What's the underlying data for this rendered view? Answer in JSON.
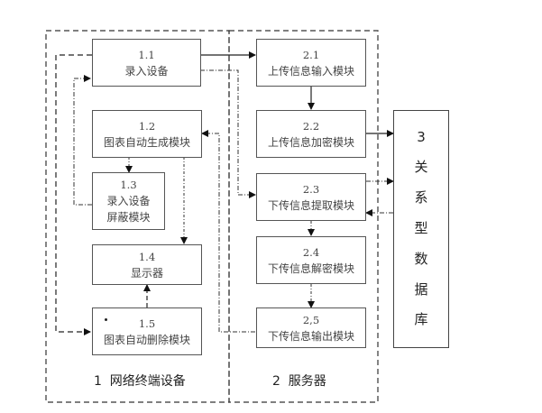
{
  "groups": [
    {
      "id": "1",
      "label": "1  网络终端设备"
    },
    {
      "id": "2",
      "label": "2  服务器"
    }
  ],
  "modules": {
    "m1_1": {
      "num": "1.1",
      "name": "录入设备"
    },
    "m1_2": {
      "num": "1.2",
      "name": "图表自动生成模块"
    },
    "m1_3": {
      "num": "1.3",
      "name": "录入设备",
      "name2": "屏蔽模块"
    },
    "m1_4": {
      "num": "1.4",
      "name": "显示器"
    },
    "m1_5": {
      "num": "1.5",
      "name": "图表自动删除模块"
    },
    "m2_1": {
      "num": "2.1",
      "name": "上传信息输入模块"
    },
    "m2_2": {
      "num": "2.2",
      "name": "上传信息加密模块"
    },
    "m2_3": {
      "num": "2.3",
      "name": "下传信息提取模块"
    },
    "m2_4": {
      "num": "2.4",
      "name": "下传信息解密模块"
    },
    "m2_5": {
      "num": "2,5",
      "name": "下传信息输出模块"
    }
  },
  "database": {
    "num": "3",
    "chars": [
      "关",
      "系",
      "型",
      "数",
      "据",
      "库"
    ]
  },
  "connections": [
    {
      "from": "1.1",
      "to": "2.1",
      "style": "solid"
    },
    {
      "from": "2.1",
      "to": "2.2",
      "style": "solid"
    },
    {
      "from": "2.2",
      "to": "3",
      "style": "solid"
    },
    {
      "from": "1.1",
      "to": "2.3",
      "style": "dash-dot"
    },
    {
      "from": "2.3",
      "to": "3",
      "style": "dash-dot"
    },
    {
      "from": "3",
      "to": "2.3",
      "style": "dash-dot"
    },
    {
      "from": "2.3",
      "to": "2.4",
      "style": "dash-dot"
    },
    {
      "from": "2.4",
      "to": "2.5",
      "style": "dash-dot"
    },
    {
      "from": "2.5",
      "to": "1.2",
      "style": "dash-dot"
    },
    {
      "from": "1.2",
      "to": "1.3",
      "style": "dash-dot"
    },
    {
      "from": "1.2",
      "to": "1.4",
      "style": "dash-dot"
    },
    {
      "from": "1.3",
      "to": "1.1",
      "style": "dash-dot"
    },
    {
      "from": "1.5",
      "to": "1.4",
      "style": "dashed"
    },
    {
      "from": "1.1",
      "to": "1.5",
      "style": "dashed"
    }
  ]
}
